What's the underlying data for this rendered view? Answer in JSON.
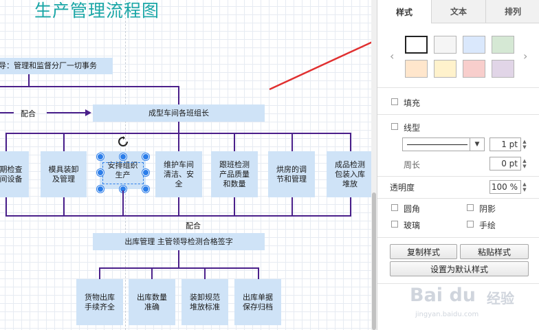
{
  "canvas": {
    "title": "生产管理流程图",
    "top_box": "导：管理和监督分厂一切事务",
    "coop_label_1": "配合",
    "team_leader_box": "成型车间各班组长",
    "tasks": [
      "期检查\n间设备",
      "模具装卸\n及管理",
      "安排组织\n生产",
      "维护车间\n清洁、安\n全",
      "跟班检测\n产品质量\n和数量",
      "烘房的调\n节和管理",
      "成品检测\n包装入库\n堆放"
    ],
    "coop_label_2": "配合",
    "outbound_box": "出库管理   主管领导检测合格签字",
    "outbound_tasks": [
      "货物出库\n手续齐全",
      "出库数量\n准确",
      "装卸规范\n堆放标准",
      "出库单据\n保存归档"
    ]
  },
  "panel": {
    "tabs": [
      "样式",
      "文本",
      "排列"
    ],
    "swatches": [
      "#ffffff",
      "#f5f5f5",
      "#dae8fc",
      "#d5e8d4",
      "#ffe6cc",
      "#fff2cc",
      "#f8cecc",
      "#e1d5e7"
    ],
    "fill_label": "填充",
    "line_label": "线型",
    "line_width": "1 pt",
    "perimeter_label": "周长",
    "perimeter_value": "0 pt",
    "opacity_label": "透明度",
    "opacity_value": "100 %",
    "rounded_label": "圆角",
    "shadow_label": "阴影",
    "glass_label": "玻璃",
    "sketch_label": "手绘",
    "copy_style": "复制样式",
    "paste_style": "粘贴样式",
    "set_default_style": "设置为默认样式"
  },
  "colors": {
    "accent_title": "#1aa6a6",
    "connector": "#4a1f8a",
    "box_fill": "#cfe3f7",
    "annotation_arrow": "#e03030"
  },
  "watermark": {
    "brand": "Bai du",
    "brand_cn": "经验",
    "url": "jingyan.baidu.com"
  }
}
